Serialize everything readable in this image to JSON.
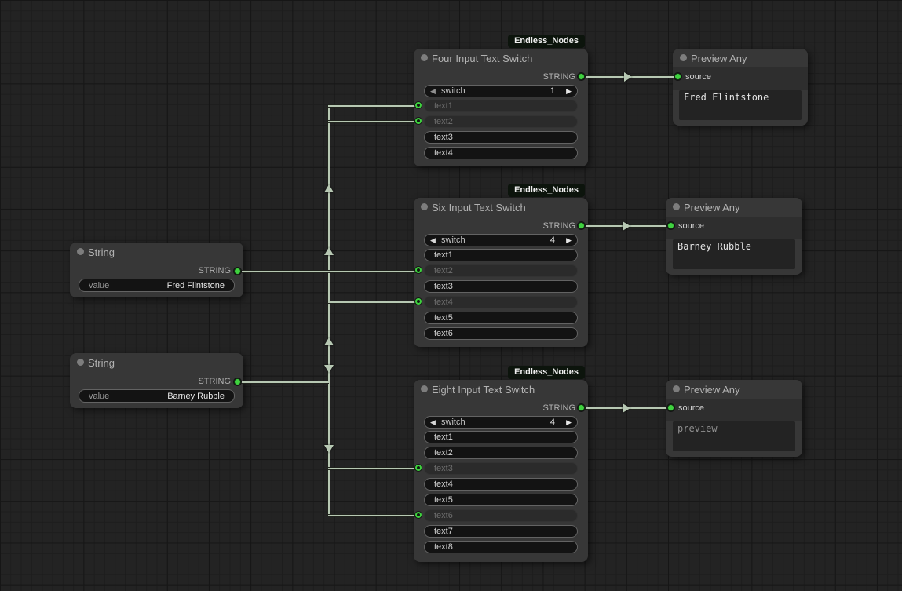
{
  "badge_label": "Endless_Nodes",
  "icons": {
    "decrement": "◀",
    "increment": "▶"
  },
  "colors": {
    "accent_green": "#3fd13f",
    "link": "#b7c8b3",
    "node_bg": "#373737",
    "canvas_bg": "#232323",
    "badge_bg": "#0c140c"
  },
  "string_nodes": [
    {
      "title": "String",
      "output": "STRING",
      "widget": {
        "label": "value",
        "value": "Fred Flintstone"
      }
    },
    {
      "title": "String",
      "output": "STRING",
      "widget": {
        "label": "value",
        "value": "Barney Rubble"
      }
    }
  ],
  "switch_nodes": [
    {
      "title": "Four Input Text Switch",
      "output": "STRING",
      "switch": {
        "label": "switch",
        "value": "1"
      },
      "inputs": [
        {
          "label": "text1",
          "connected": true
        },
        {
          "label": "text2",
          "connected": true
        },
        {
          "label": "text3",
          "connected": false
        },
        {
          "label": "text4",
          "connected": false
        }
      ]
    },
    {
      "title": "Six Input Text Switch",
      "output": "STRING",
      "switch": {
        "label": "switch",
        "value": "4"
      },
      "inputs": [
        {
          "label": "text1",
          "connected": false
        },
        {
          "label": "text2",
          "connected": true
        },
        {
          "label": "text3",
          "connected": false
        },
        {
          "label": "text4",
          "connected": true
        },
        {
          "label": "text5",
          "connected": false
        },
        {
          "label": "text6",
          "connected": false
        }
      ]
    },
    {
      "title": "Eight Input Text Switch",
      "output": "STRING",
      "switch": {
        "label": "switch",
        "value": "4"
      },
      "inputs": [
        {
          "label": "text1",
          "connected": false
        },
        {
          "label": "text2",
          "connected": false
        },
        {
          "label": "text3",
          "connected": true
        },
        {
          "label": "text4",
          "connected": false
        },
        {
          "label": "text5",
          "connected": false
        },
        {
          "label": "text6",
          "connected": true
        },
        {
          "label": "text7",
          "connected": false
        },
        {
          "label": "text8",
          "connected": false
        }
      ]
    }
  ],
  "preview_nodes": [
    {
      "title": "Preview Any",
      "input": "source",
      "content": "Fred Flintstone",
      "placeholder": false
    },
    {
      "title": "Preview Any",
      "input": "source",
      "content": "Barney Rubble",
      "placeholder": false
    },
    {
      "title": "Preview Any",
      "input": "source",
      "content": "preview",
      "placeholder": true
    }
  ]
}
